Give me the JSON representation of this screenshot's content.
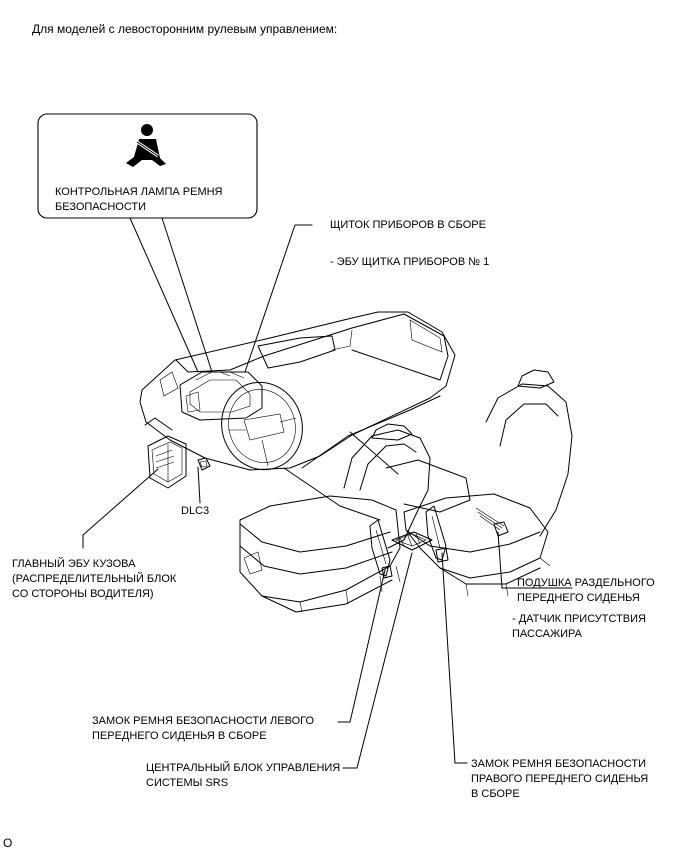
{
  "header": "Для моделей с левосторонним рулевым управлением:",
  "labels": {
    "seatbelt_lamp": "КОНТРОЛЬНАЯ ЛАМПА РЕМНЯ\nБЕЗОПАСНОСТИ",
    "meter": "ЩИТОК ПРИБОРОВ В СБОРЕ",
    "meter_ecu": "- ЭБУ ЩИТКА ПРИБОРОВ № 1",
    "dlc3": "DLC3",
    "main_body_ecu": "ГЛАВНЫЙ ЭБУ КУЗОВА\n(РАСПРЕДЕЛИТЕЛЬНЫЙ БЛОК\nСО СТОРОНЫ ВОДИТЕЛЯ)",
    "pass_seat_cushion": "ПОДУШКА РАЗДЕЛЬНОГО\nПЕРЕДНЕГО СИДЕНЬЯ",
    "occupant_sensor": "- ДАТЧИК ПРИСУТСТВИЯ\nПАССАЖИРА",
    "left_buckle": "ЗАМОК РЕМНЯ БЕЗОПАСНОСТИ ЛЕВОГО\nПЕРЕДНЕГО СИДЕНЬЯ В СБОРЕ",
    "airbag_sensor": "ЦЕНТРАЛЬНЫЙ БЛОК УПРАВЛЕНИЯ\nСИСТЕМЫ SRS",
    "right_buckle": "ЗАМОК РЕМНЯ БЕЗОПАСНОСТИ\nПРАВОГО ПЕРЕДНЕГО СИДЕНЬЯ\nВ СБОРЕ"
  },
  "figure_id": "O",
  "icons": {
    "seatbelt": "seatbelt-warning-icon"
  }
}
